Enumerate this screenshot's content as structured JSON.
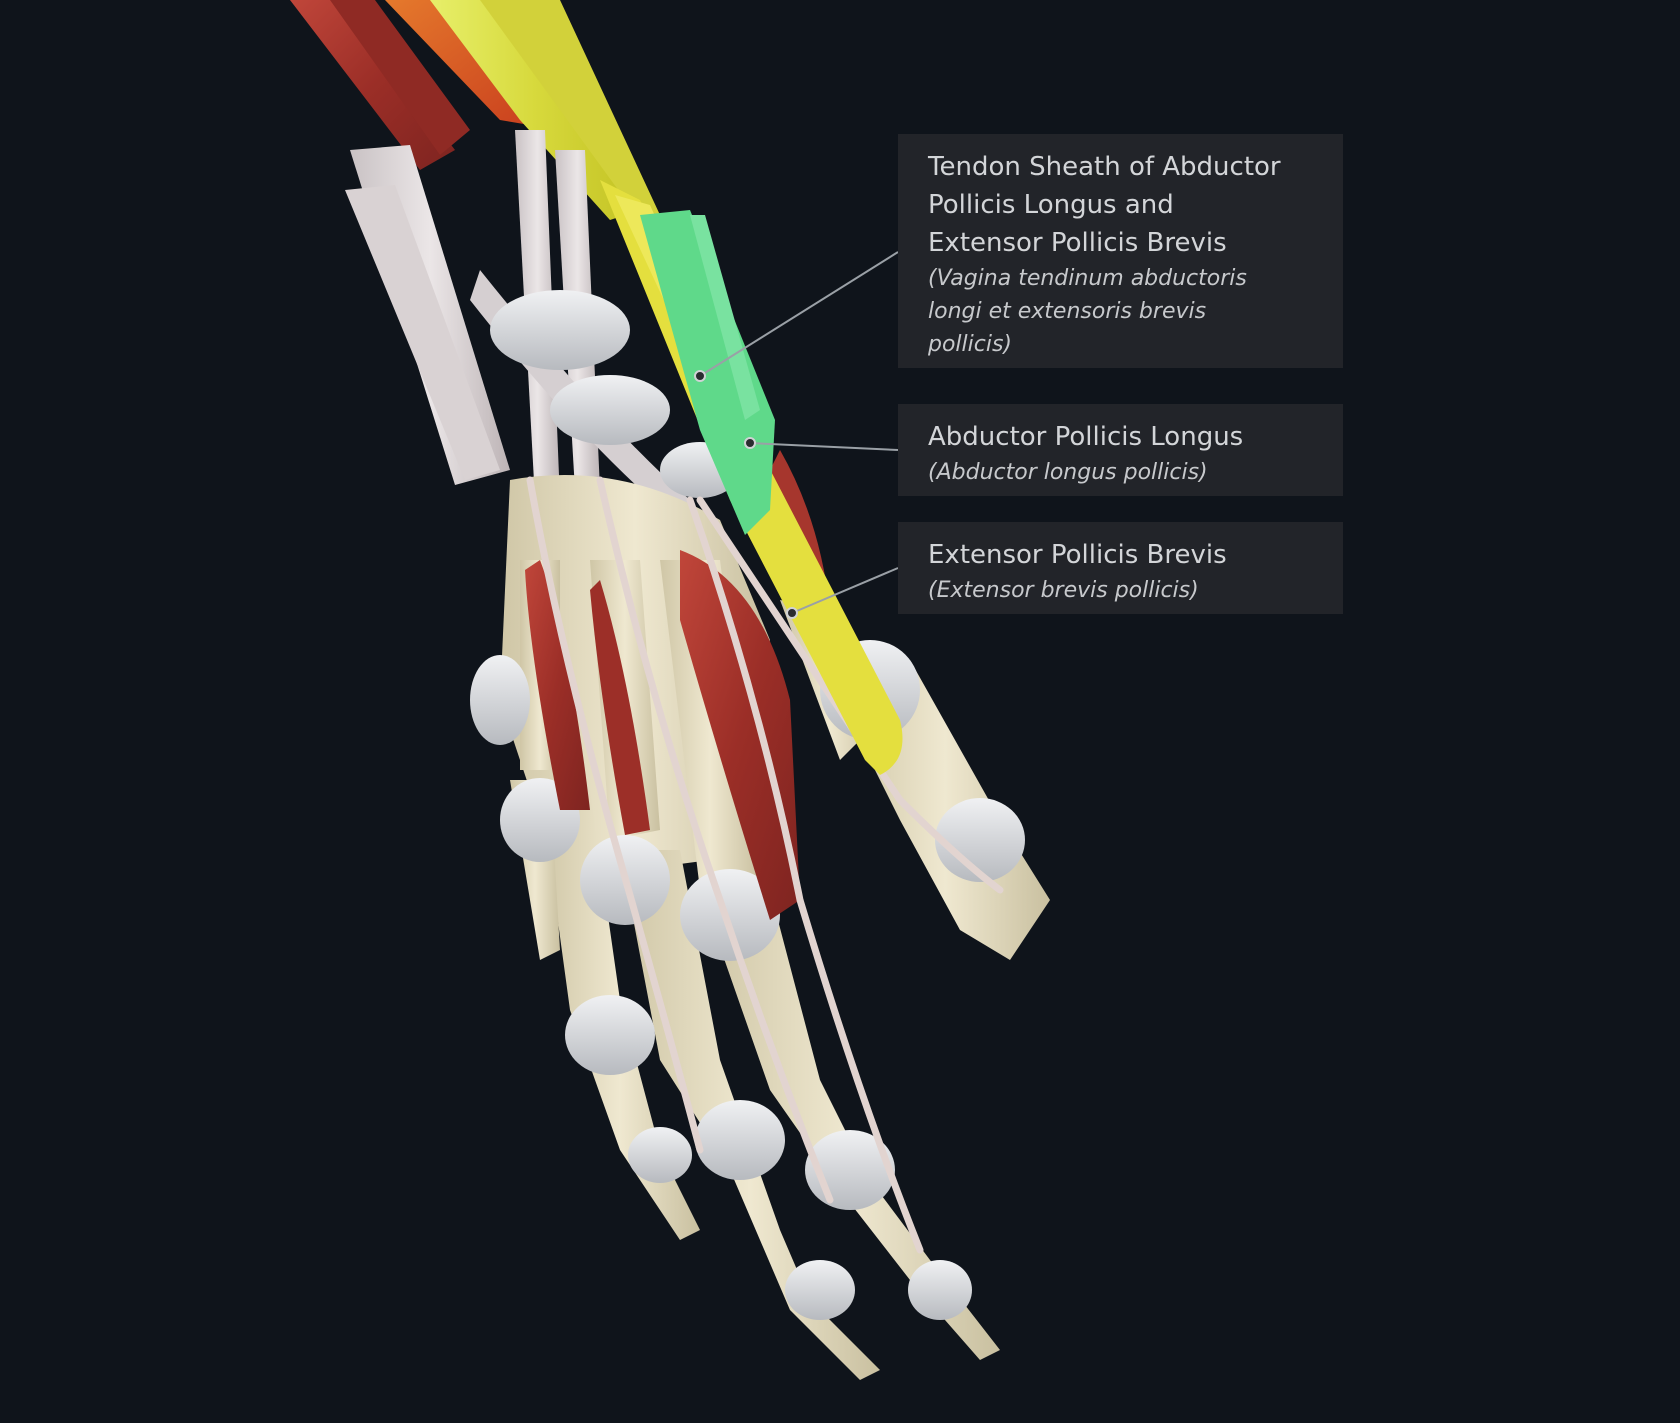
{
  "labels": [
    {
      "title_lines": [
        "Tendon Sheath of Abductor",
        "Pollicis Longus and",
        "Extensor Pollicis Brevis"
      ],
      "latin_lines": [
        "(Vagina tendinum abductoris",
        "longi et extensoris brevis",
        "pollicis)"
      ]
    },
    {
      "title_lines": [
        "Abductor Pollicis Longus"
      ],
      "latin_lines": [
        "(Abductor longus pollicis)"
      ]
    },
    {
      "title_lines": [
        "Extensor Pollicis Brevis"
      ],
      "latin_lines": [
        "(Extensor brevis pollicis)"
      ]
    }
  ],
  "colors": {
    "background": "#0f141b",
    "label_background": "#222429",
    "label_text": "#cfd1d4",
    "leader_line": "#9aa0a6",
    "bone": "#e6dfc6",
    "cartilage": "#d4d6da",
    "tendon": "#ddd6d6",
    "muscle": "#a8352d",
    "highlight_tendon": "#e8e24a",
    "highlight_sheath": "#5fd98a",
    "muscle_belly_orange": "#e0762a"
  }
}
